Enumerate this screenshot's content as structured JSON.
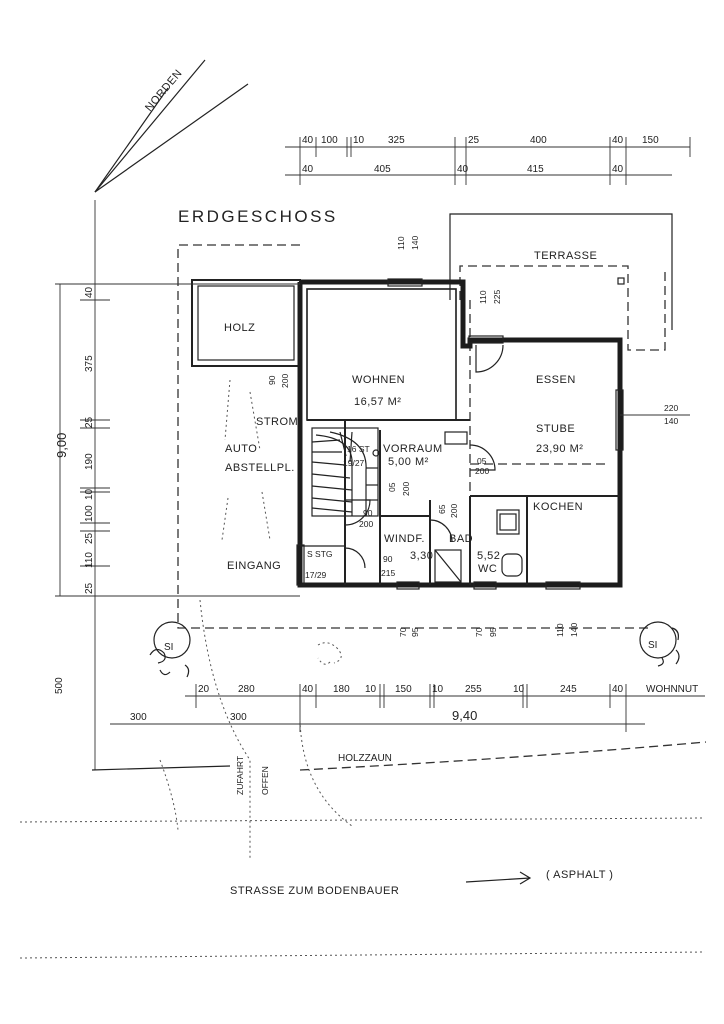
{
  "plan": {
    "title": "ERDGESCHOSS",
    "north": "NORDEN",
    "rooms": {
      "terrasse": "TERRASSE",
      "holz": "HOLZ",
      "wohnen": "WOHNEN",
      "wohnen_area": "16,57 M²",
      "essen": "ESSEN",
      "stube": "STUBE",
      "stube_area": "23,90 M²",
      "strom": "STROM",
      "auto1": "AUTO",
      "auto2": "ABSTELLPL.",
      "vorraum": "VORRAUM",
      "vorraum_area": "5,00 M²",
      "kochen": "KOCHEN",
      "bad": "BAD",
      "windf": "WINDF.",
      "windf_area": "3,30",
      "wc_area": "5,52",
      "wc": "WC",
      "eingang": "EINGANG",
      "sstg": "S STG",
      "sstg_val": "17/29",
      "stair_count": "16 ST",
      "stair_ratio": "19/27",
      "si_left": "SI",
      "si_right": "SI"
    },
    "doors": {
      "holz_a": "90",
      "holz_b": "200",
      "vorraum_a": "05",
      "vorraum_b": "200",
      "kitchen_a": "05",
      "kitchen_b": "200",
      "stairs_a": "90",
      "stairs_b": "200",
      "bad_a": "65",
      "bad_b": "200",
      "eingang_a": "90",
      "eingang_b": "215",
      "s1_a": "110",
      "s1_b": "140",
      "s2_a": "110",
      "s2_b": "225",
      "e_a": "220",
      "e_b": "140",
      "b1_a": "70",
      "b1_b": "95",
      "b2_a": "70",
      "b2_b": "95",
      "b3_a": "110",
      "b3_b": "140"
    },
    "dims_top1": [
      "40",
      "100",
      "10",
      "325",
      "25",
      "400",
      "40",
      "150"
    ],
    "dims_top2": [
      "40",
      "405",
      "40",
      "415",
      "40"
    ],
    "dims_left": [
      "40",
      "375",
      "25",
      "190",
      "10",
      "100",
      "25",
      "110",
      "25"
    ],
    "dim_left_total": "9,00",
    "dim_left_500": "500",
    "dims_bottom1": [
      "20",
      "280",
      "40",
      "180",
      "10",
      "150",
      "10",
      "255",
      "10",
      "245",
      "40"
    ],
    "dims_bottom2": [
      "300",
      "300"
    ],
    "dim_bottom_total": "9,40",
    "wohnnut": "WOHNNUT",
    "holzzaun": "HOLZZAUN",
    "zufahrt": "ZUFAHRT",
    "offen": "OFFEN",
    "strasse": "STRASSE  ZUM  BODENBAUER",
    "asphalt": "( ASPHALT )"
  }
}
